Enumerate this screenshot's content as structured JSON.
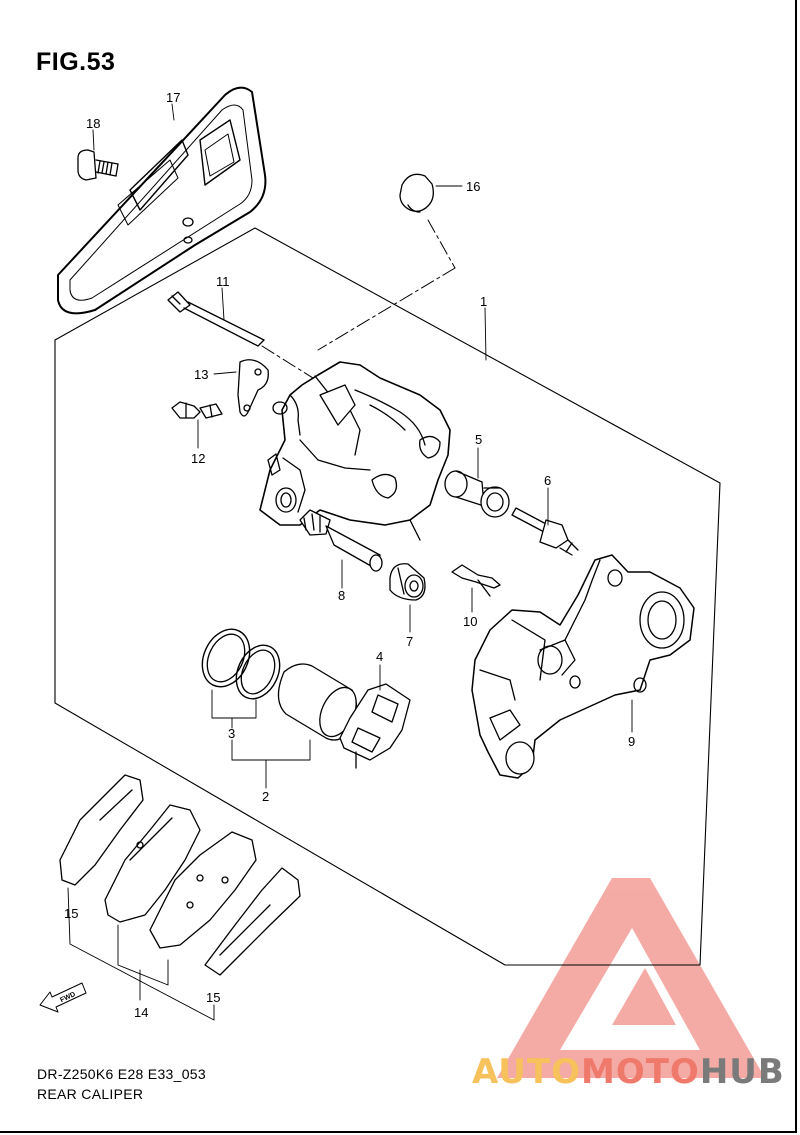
{
  "figure": {
    "title": "FIG.53",
    "model_code": "DR-Z250K6 E28 E33_053",
    "section_name": "REAR CALIPER"
  },
  "callouts": {
    "c1": "1",
    "c2": "2",
    "c3": "3",
    "c4": "4",
    "c5": "5",
    "c6": "6",
    "c7": "7",
    "c8": "8",
    "c9": "9",
    "c10": "10",
    "c11": "11",
    "c12": "12",
    "c13": "13",
    "c14": "14",
    "c15a": "15",
    "c15b": "15",
    "c16": "16",
    "c17": "17",
    "c18": "18"
  },
  "direction_marker": "FWD",
  "watermark": {
    "part1": "AUTO",
    "part2": "MOTO",
    "part3": "HUB",
    "colors": {
      "part1": "#f7c15c",
      "part2": "#ef7a6c",
      "part3": "#7a7a7a",
      "logo": "#f08a80"
    }
  }
}
